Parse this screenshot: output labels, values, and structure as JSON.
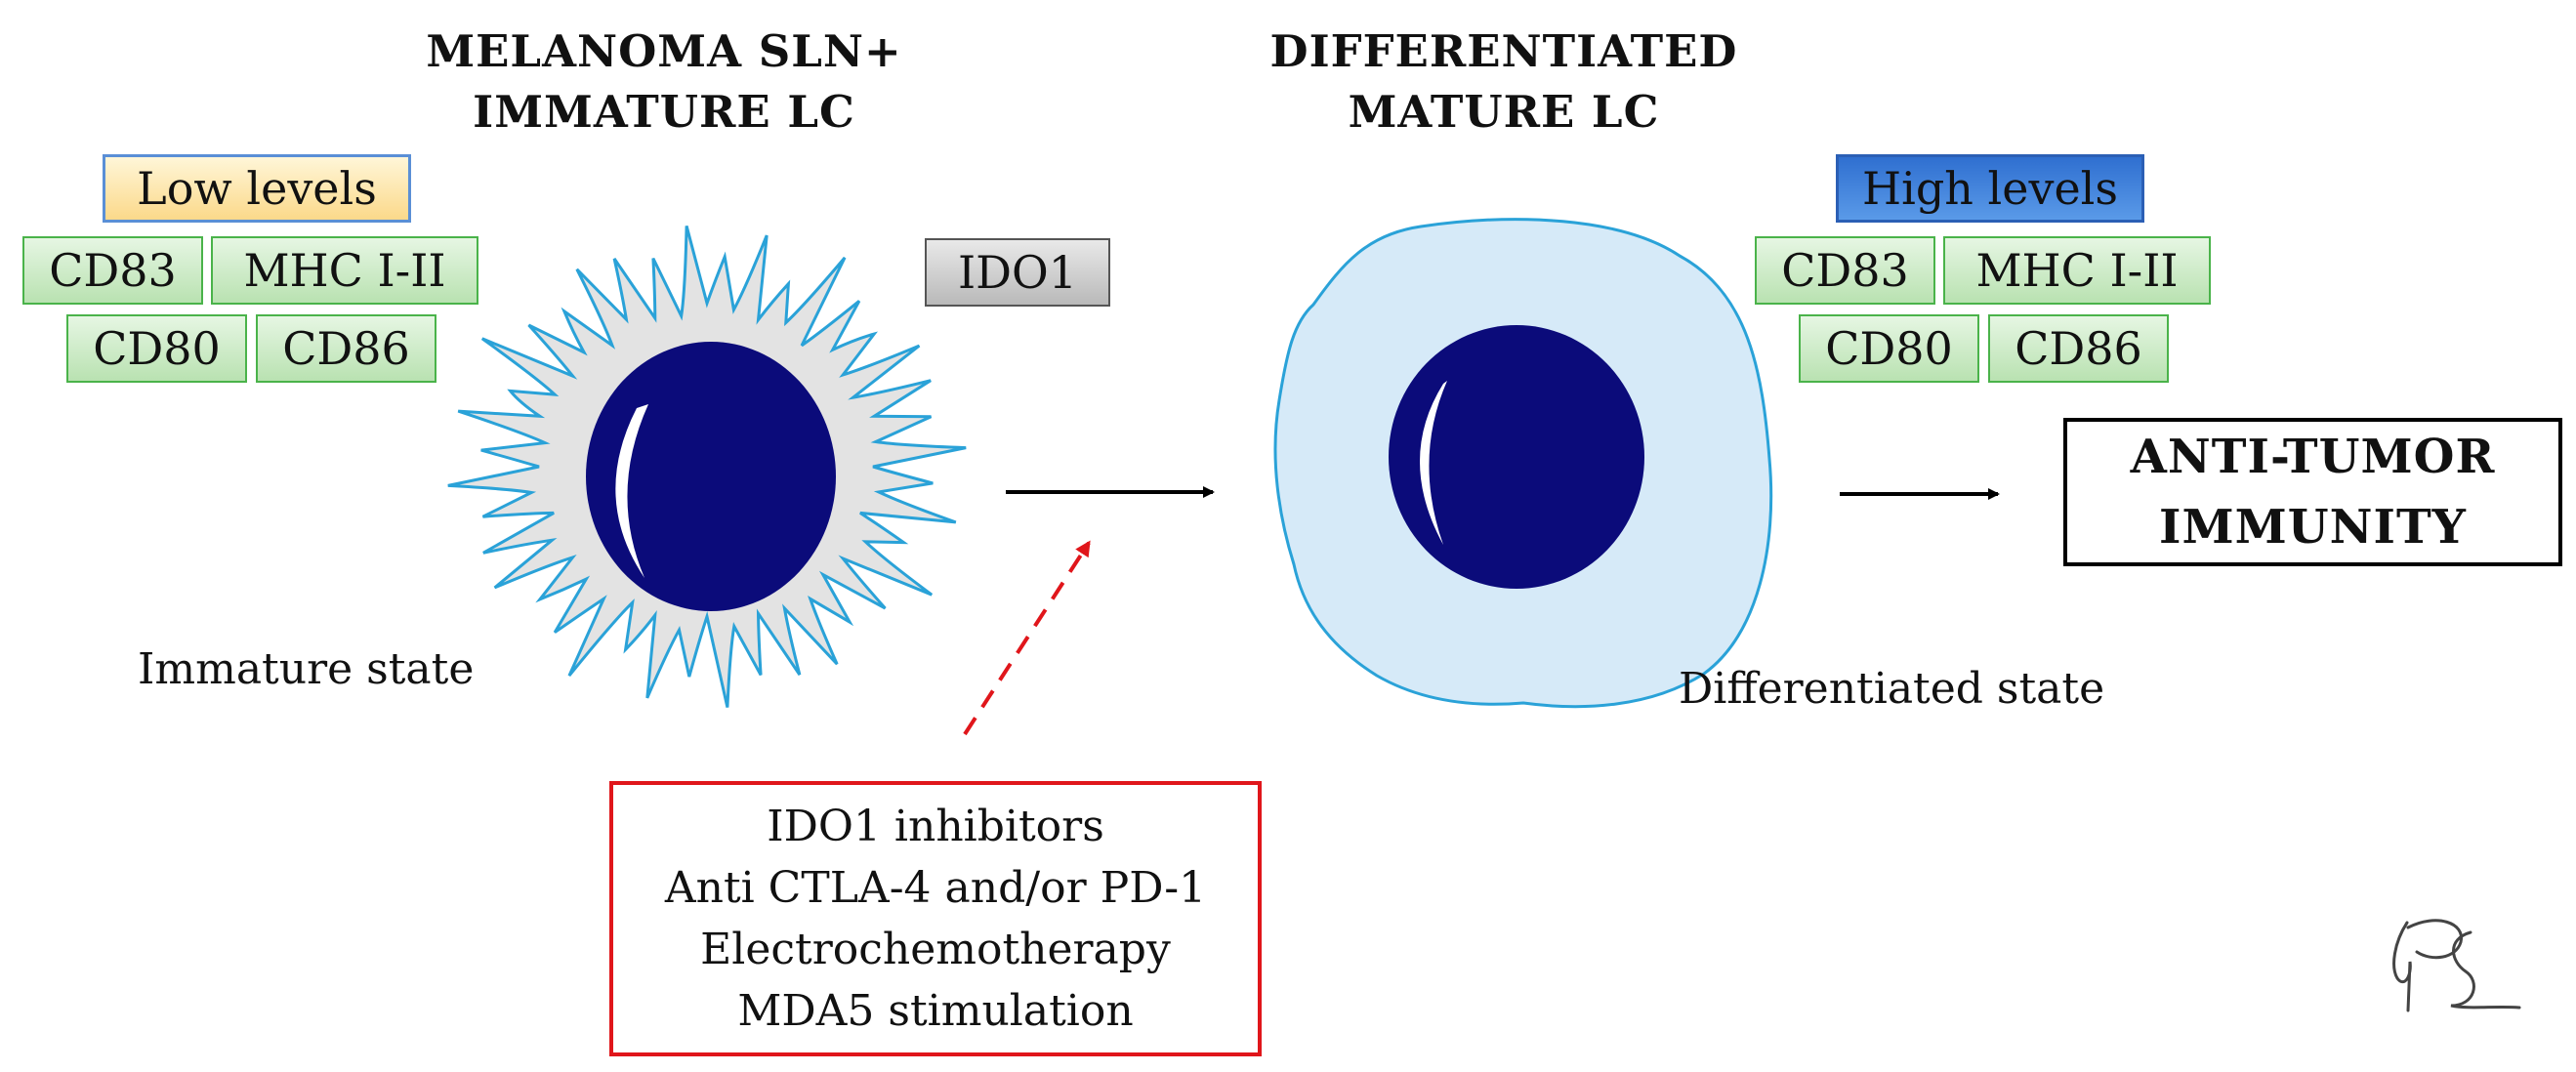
{
  "titles": {
    "left_line1": "MELANOMA SLN+",
    "left_line2": "IMMATURE LC",
    "right_line1": "DIFFERENTIATED",
    "right_line2": "MATURE LC"
  },
  "left_panel": {
    "level_label": "Low levels",
    "markers": [
      "CD83",
      "MHC I-II",
      "CD80",
      "CD86"
    ],
    "ido_label": "IDO1",
    "state_label": "Immature state"
  },
  "right_panel": {
    "level_label": "High levels",
    "markers": [
      "CD83",
      "MHC I-II",
      "CD80",
      "CD86"
    ],
    "state_label": "Differentiated state"
  },
  "outcome": {
    "line1": "ANTI-TUMOR",
    "line2": "IMMUNITY"
  },
  "treatments": [
    "IDO1 inhibitors",
    "Anti CTLA-4 and/or PD-1",
    "Electrochemotherapy",
    "MDA5 stimulation"
  ],
  "colors": {
    "immature_cell_fill": "#e3e3e3",
    "cell_outline": "#2aa2d8",
    "mature_cell_fill": "#d6eaf8",
    "nucleus": "#0b0b7a",
    "marker_border": "#4ab34a",
    "treatment_border": "#e0161b"
  },
  "signature": "handwritten monogram"
}
